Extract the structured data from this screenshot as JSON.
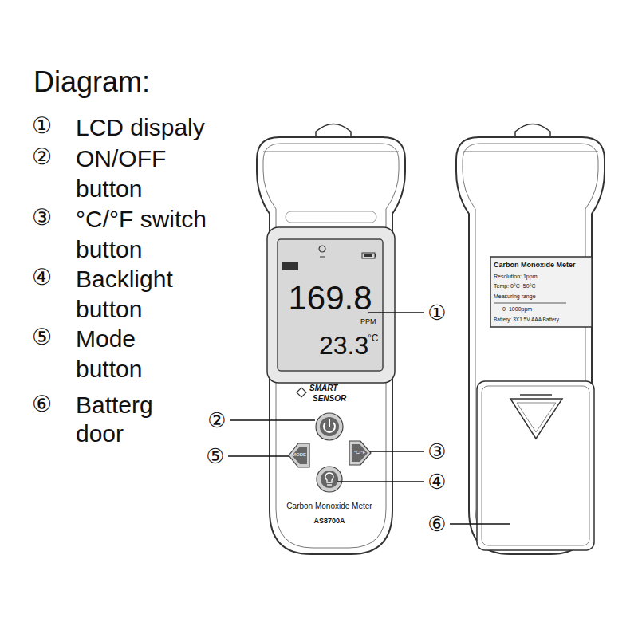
{
  "diagram": {
    "title": "Diagram:",
    "labels": [
      "①",
      "LCD dispaly",
      "②",
      "ON/OFF button",
      "③",
      "°C/°F switch button",
      "④",
      "Backlight button",
      "⑤",
      "Mode button",
      "⑥",
      "Batterg door",
      "169.8",
      "PPM",
      "23.3",
      "°C",
      "SMART",
      "SENSOR",
      "MODE",
      "°C/°F",
      "Carbon Monoxide Meter",
      "AS8700A",
      "①",
      "②",
      "③",
      "④",
      "⑤",
      "⑥",
      "Carbon Monoxide Meter",
      "Resolution: 1ppm",
      "Temp: 0°C~50°C",
      "Measuring range",
      "0~1000ppm",
      "Battery: 3X1.5V AAA Battery"
    ]
  }
}
